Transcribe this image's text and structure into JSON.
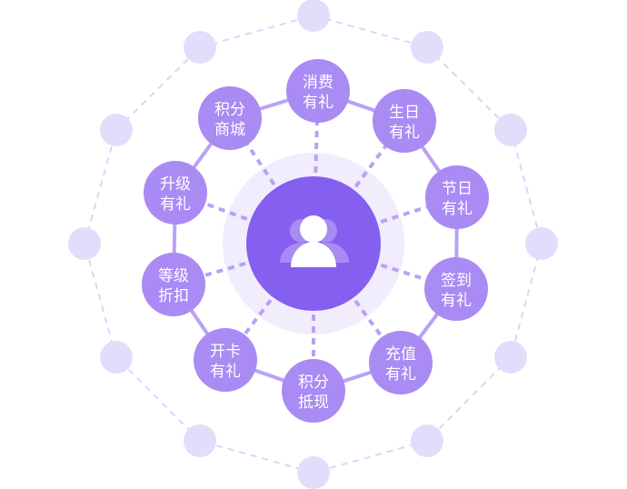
{
  "center": {
    "icon": "user-group-icon"
  },
  "nodes": [
    {
      "line1": "消费",
      "line2": "有礼"
    },
    {
      "line1": "生日",
      "line2": "有礼"
    },
    {
      "line1": "节日",
      "line2": "有礼"
    },
    {
      "line1": "签到",
      "line2": "有礼"
    },
    {
      "line1": "充值",
      "line2": "有礼"
    },
    {
      "line1": "积分",
      "line2": "抵现"
    },
    {
      "line1": "开卡",
      "line2": "有礼"
    },
    {
      "line1": "等级",
      "line2": "折扣"
    },
    {
      "line1": "升级",
      "line2": "有礼"
    },
    {
      "line1": "积分",
      "line2": "商城"
    }
  ],
  "outer_count": 12,
  "colors": {
    "center": "#855ff0",
    "halo": "#f1edfd",
    "node": "#a98bf3",
    "link": "#b9a2f5",
    "outer": "#e4dcfb",
    "outer_link": "#ddd3f8"
  }
}
